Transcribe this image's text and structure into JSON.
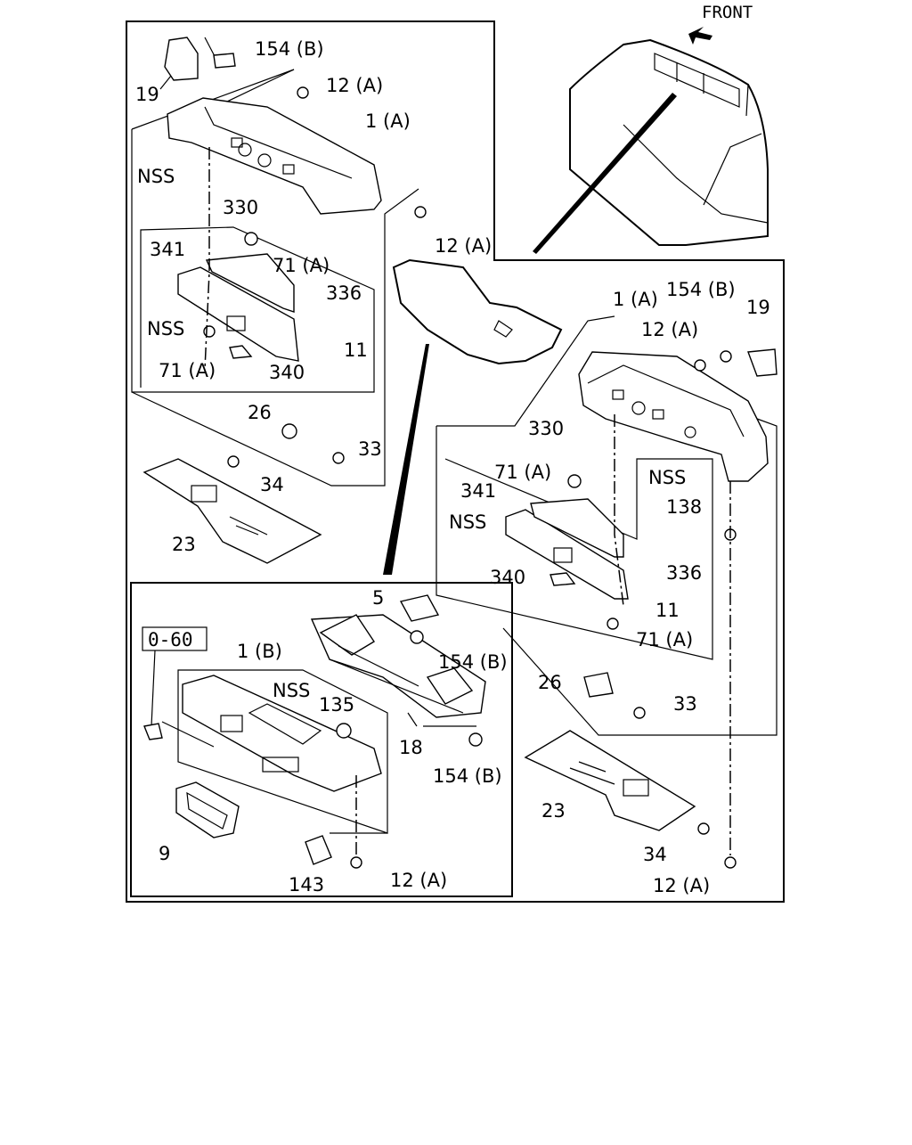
{
  "front_label": "FRONT",
  "ref_box_label": "0-60",
  "callouts_left": {
    "p154b": "154 (B)",
    "p19": "19",
    "p12a_top": "12 (A)",
    "p1a": "1 (A)",
    "nss_top": "NSS",
    "p330": "330",
    "p12a_mid": "12 (A)",
    "p341": "341",
    "p71a_top": "71 (A)",
    "p336": "336",
    "nss_inner": "NSS",
    "p11": "11",
    "p71a_bot": "71 (A)",
    "p340": "340",
    "p26": "26",
    "p33": "33",
    "p34": "34",
    "p23": "23"
  },
  "callouts_right": {
    "p1a": "1 (A)",
    "p154b": "154 (B)",
    "p19": "19",
    "p12a": "12 (A)",
    "p330": "330",
    "p71a_top": "71 (A)",
    "nss_top": "NSS",
    "p341": "341",
    "nss_inner": "NSS",
    "p138": "138",
    "p340": "340",
    "p336": "336",
    "p11": "11",
    "p71a_bot": "71 (A)",
    "p26": "26",
    "p33": "33",
    "p23": "23",
    "p34": "34",
    "p12a_bot": "12 (A)"
  },
  "callouts_bottom": {
    "p5": "5",
    "p1b": "1 (B)",
    "nss": "NSS",
    "p135": "135",
    "p154b_top": "154 (B)",
    "p18": "18",
    "p154b_bot": "154 (B)",
    "p9": "9",
    "p143": "143",
    "p12a": "12 (A)"
  }
}
